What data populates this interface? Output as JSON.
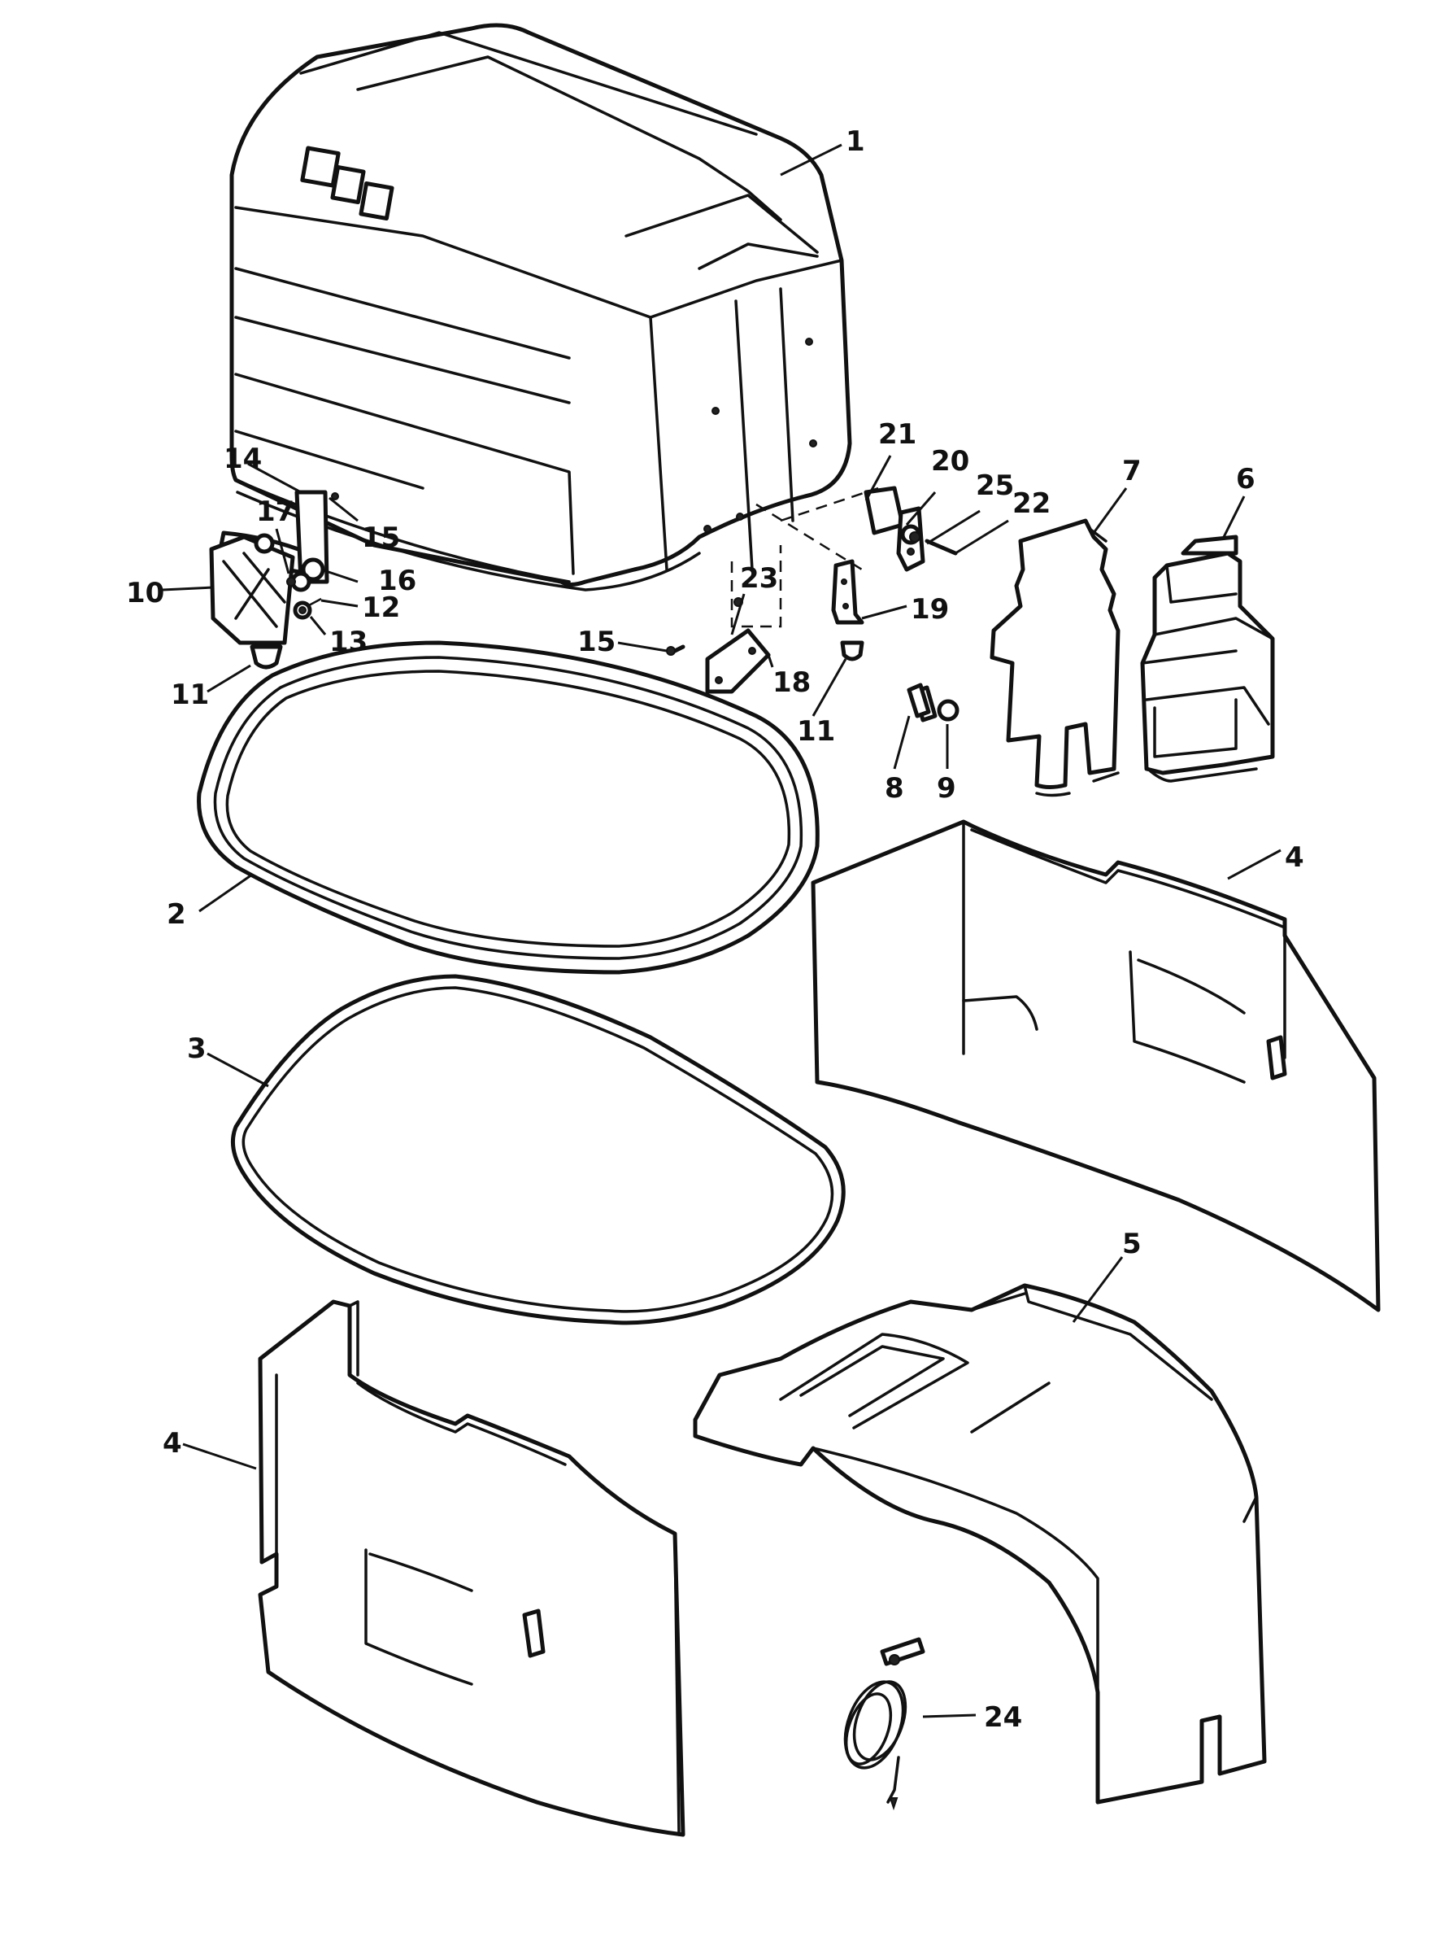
{
  "diagram": {
    "callouts": [
      "1",
      "2",
      "3",
      "4",
      "4",
      "5",
      "6",
      "7",
      "8",
      "9",
      "10",
      "11",
      "11",
      "12",
      "13",
      "14",
      "15",
      "15",
      "16",
      "17",
      "18",
      "19",
      "20",
      "21",
      "22",
      "23",
      "24",
      "25"
    ]
  }
}
